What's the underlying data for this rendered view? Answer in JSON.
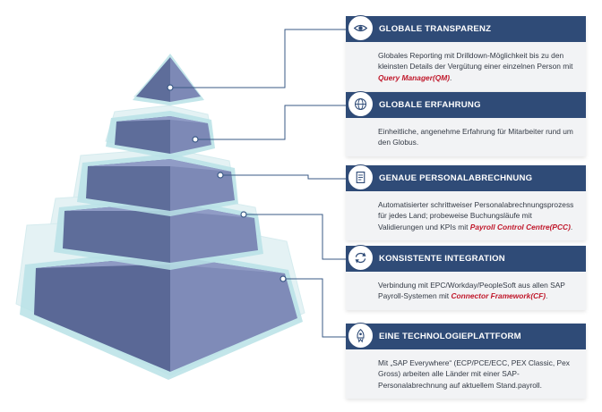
{
  "colors": {
    "header": "#2f4b77",
    "highlight": "#c0182b",
    "pyramid_front": "#5e6d9a",
    "pyramid_side": "#7a87b4",
    "pyramid_glass": "#bfe2e6",
    "connector": "#3a5a86"
  },
  "cards": [
    {
      "title": "GLOBALE TRANSPARENZ",
      "icon": "eye-icon",
      "text_before": "Globales Reporting mit Drilldown-Möglichkeit bis zu den kleinsten Details der Vergütung einer einzelnen Person mit ",
      "highlight": "Query Manager(QM)",
      "text_after": "."
    },
    {
      "title": "GLOBALE ERFAHRUNG",
      "icon": "globe-icon",
      "text_before": "Einheitliche, angenehme Erfahrung für Mitarbeiter rund um den Globus.",
      "highlight": "",
      "text_after": ""
    },
    {
      "title": "GENAUE PERSONALABRECHNUNG",
      "icon": "document-icon",
      "text_before": "Automatisierter schrittweiser Personalabrechnungspro­zess für jedes Land; probeweise Buchungsläufe mit Validierungen und KPIs mit ",
      "highlight": "Payroll Control Centre(PCC)",
      "text_after": "."
    },
    {
      "title": "KONSISTENTE INTEGRATION",
      "icon": "sync-icon",
      "text_before": "Verbindung mit EPC/Workday/PeopleSoft aus allen SAP Payroll-Systemen mit ",
      "highlight": "Connector Framework(CF)",
      "text_after": "."
    },
    {
      "title": "EINE TECHNOLOGIEPLATTFORM",
      "icon": "rocket-icon",
      "text_before": "Mit „SAP Everywhere“ (ECP/PCE/ECC, PEX Classic, Pex Gross) arbeiten alle Länder mit einer SAP-Personalabrechnung auf aktuellem Stand.payroll.",
      "highlight": "",
      "text_after": ""
    }
  ]
}
